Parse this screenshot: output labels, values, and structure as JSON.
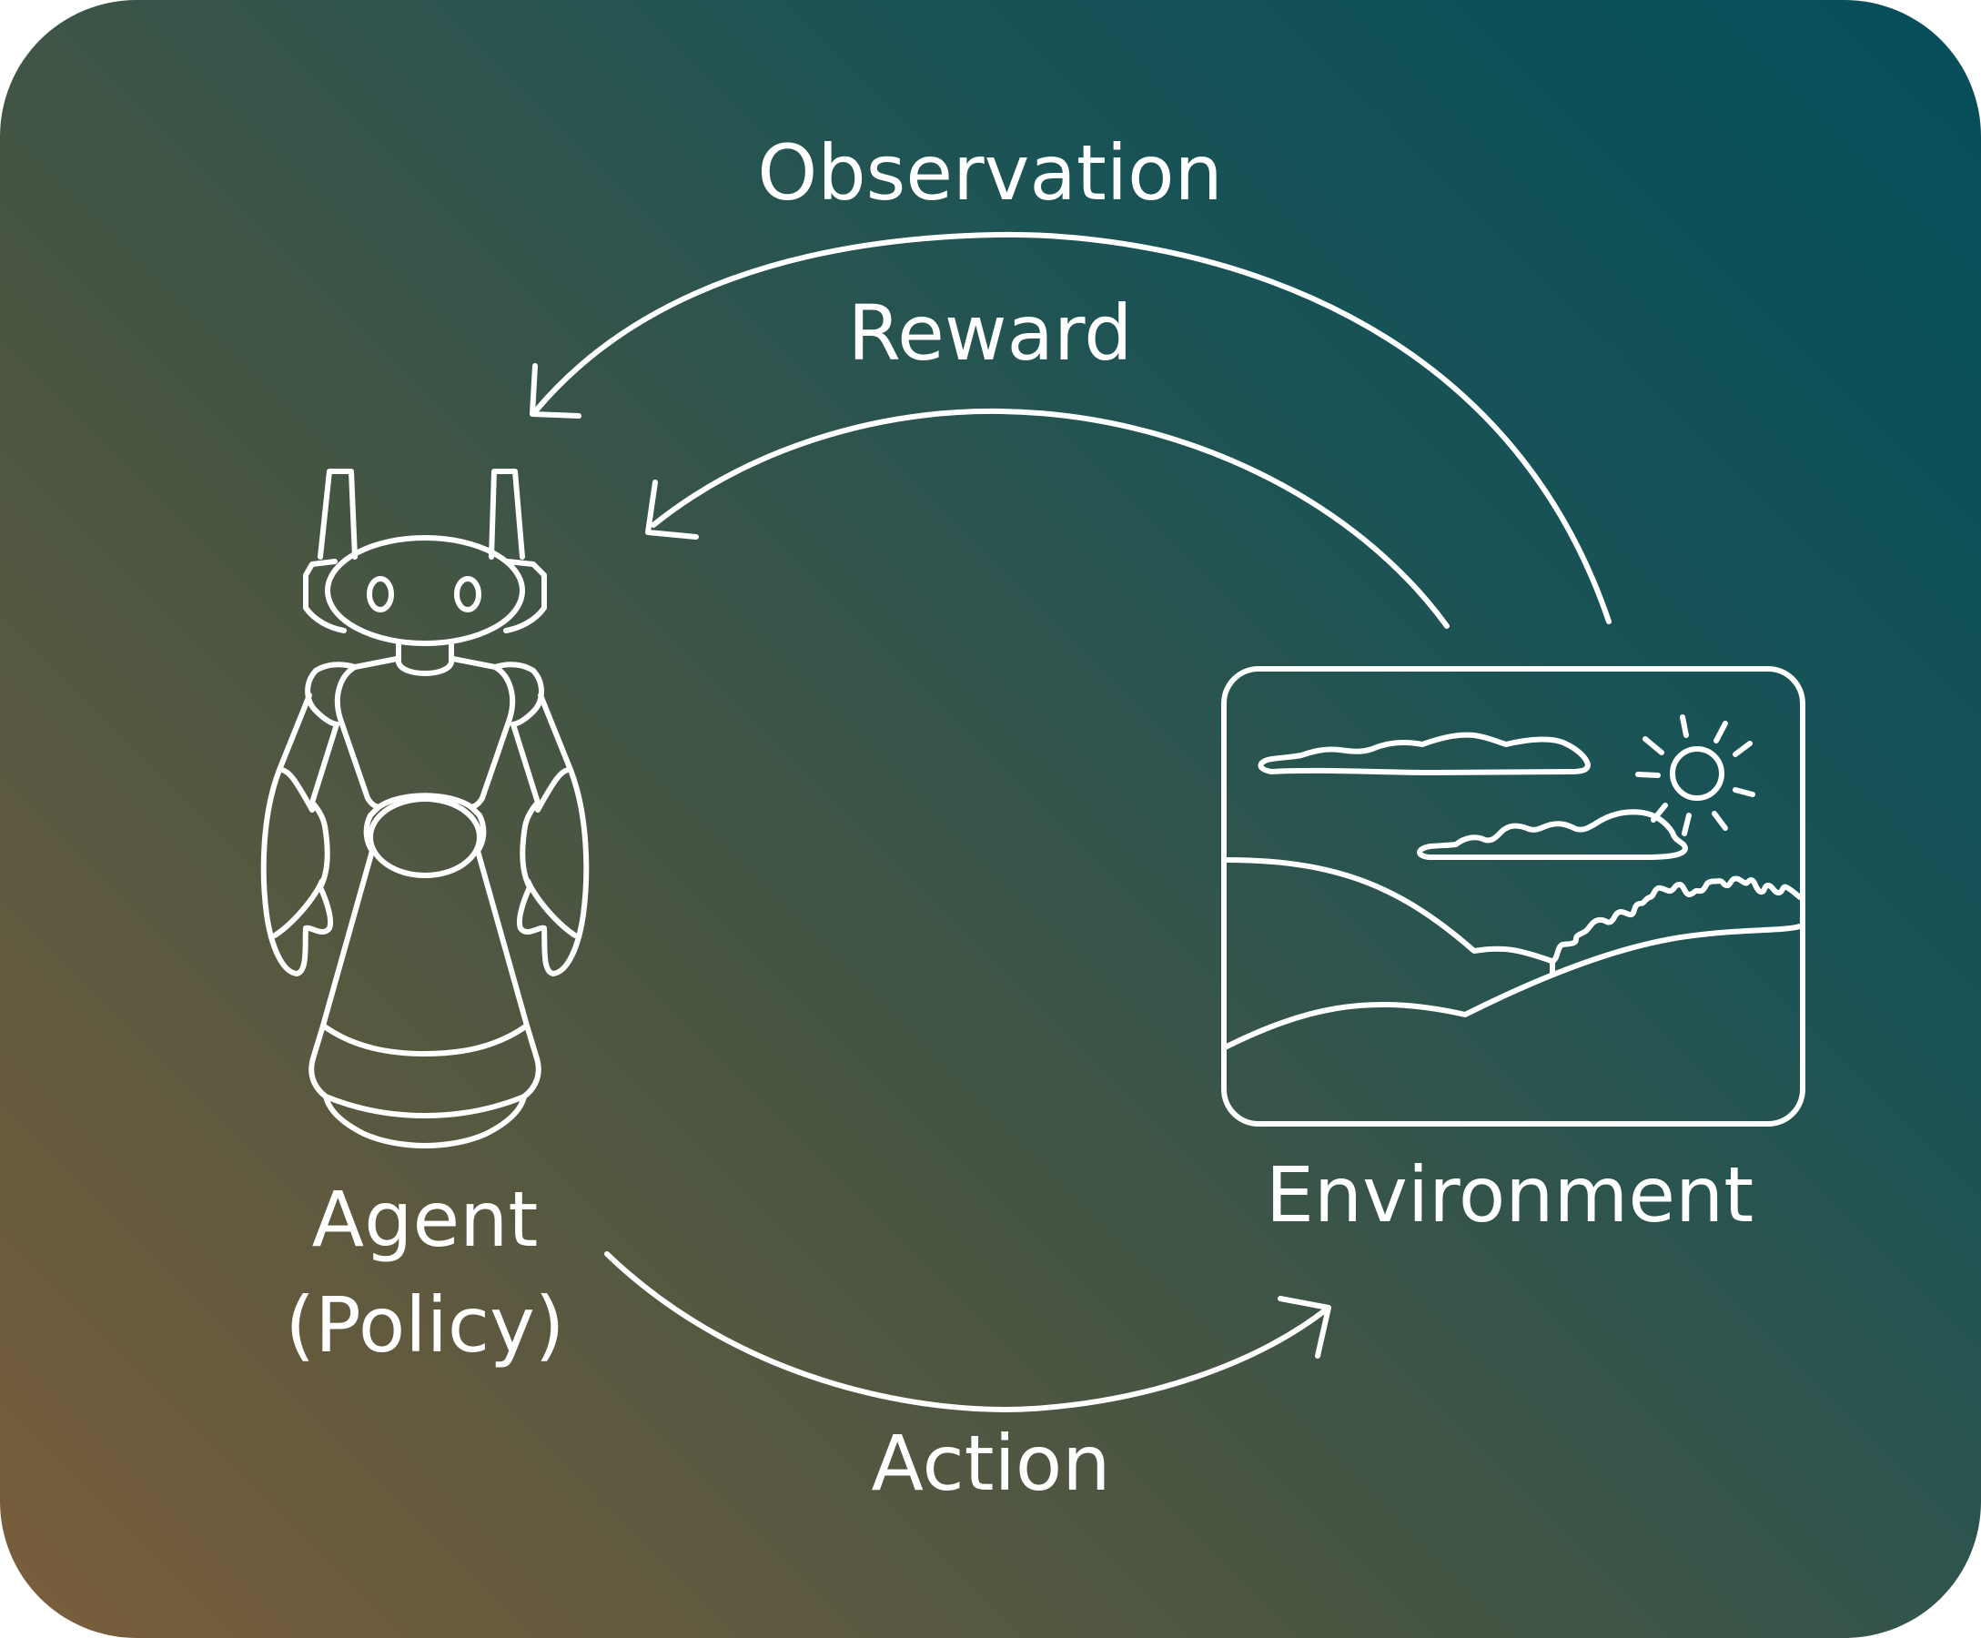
{
  "diagram": {
    "labels": {
      "observation": "Observation",
      "reward": "Reward",
      "agent": "Agent",
      "policy": "(Policy)",
      "environment": "Environment",
      "action": "Action"
    },
    "icons": {
      "agent": "robot-icon",
      "environment": "landscape-picture-icon"
    },
    "colors": {
      "gradient_top_right": "#054e5a",
      "gradient_bottom_left": "#7a5e3b",
      "stroke": "#ffffff"
    }
  }
}
